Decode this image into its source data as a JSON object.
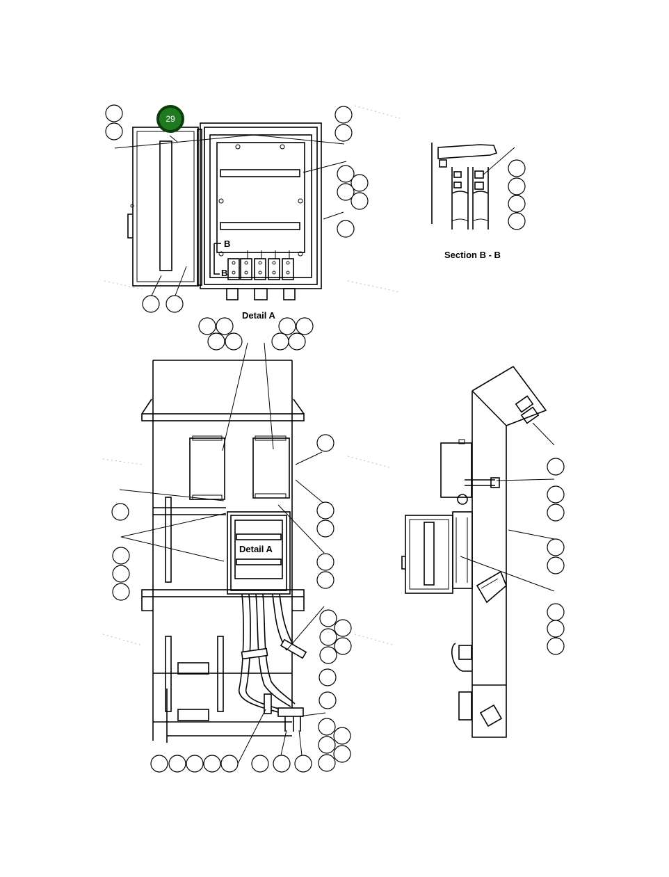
{
  "labels": {
    "detail_a_caption": "Detail A",
    "section_caption": "Section B - B",
    "detail_a_inset": "Detail A",
    "section_mark_top": "B",
    "section_mark_bottom": "B"
  },
  "hotspot": {
    "number": "29",
    "color": "#1f7a1f",
    "ring": "#0b3d0b"
  },
  "colors": {
    "line": "#000000",
    "background": "#ffffff"
  }
}
